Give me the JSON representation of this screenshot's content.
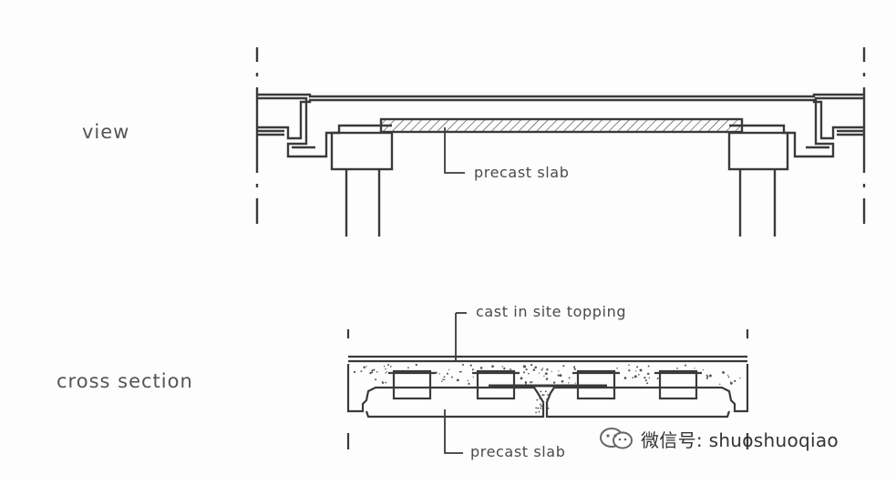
{
  "labels": {
    "view": "view",
    "cross_section": "cross section",
    "precast_slab_top": "precast slab",
    "cast_in_site_topping": "cast in site topping",
    "precast_slab_bottom": "precast slab"
  },
  "watermark": {
    "text": "微信号: shuoshuoqiao",
    "icon": "wechat-icon"
  },
  "colors": {
    "line": "#3a3a3a",
    "text": "#4a4a4a"
  }
}
